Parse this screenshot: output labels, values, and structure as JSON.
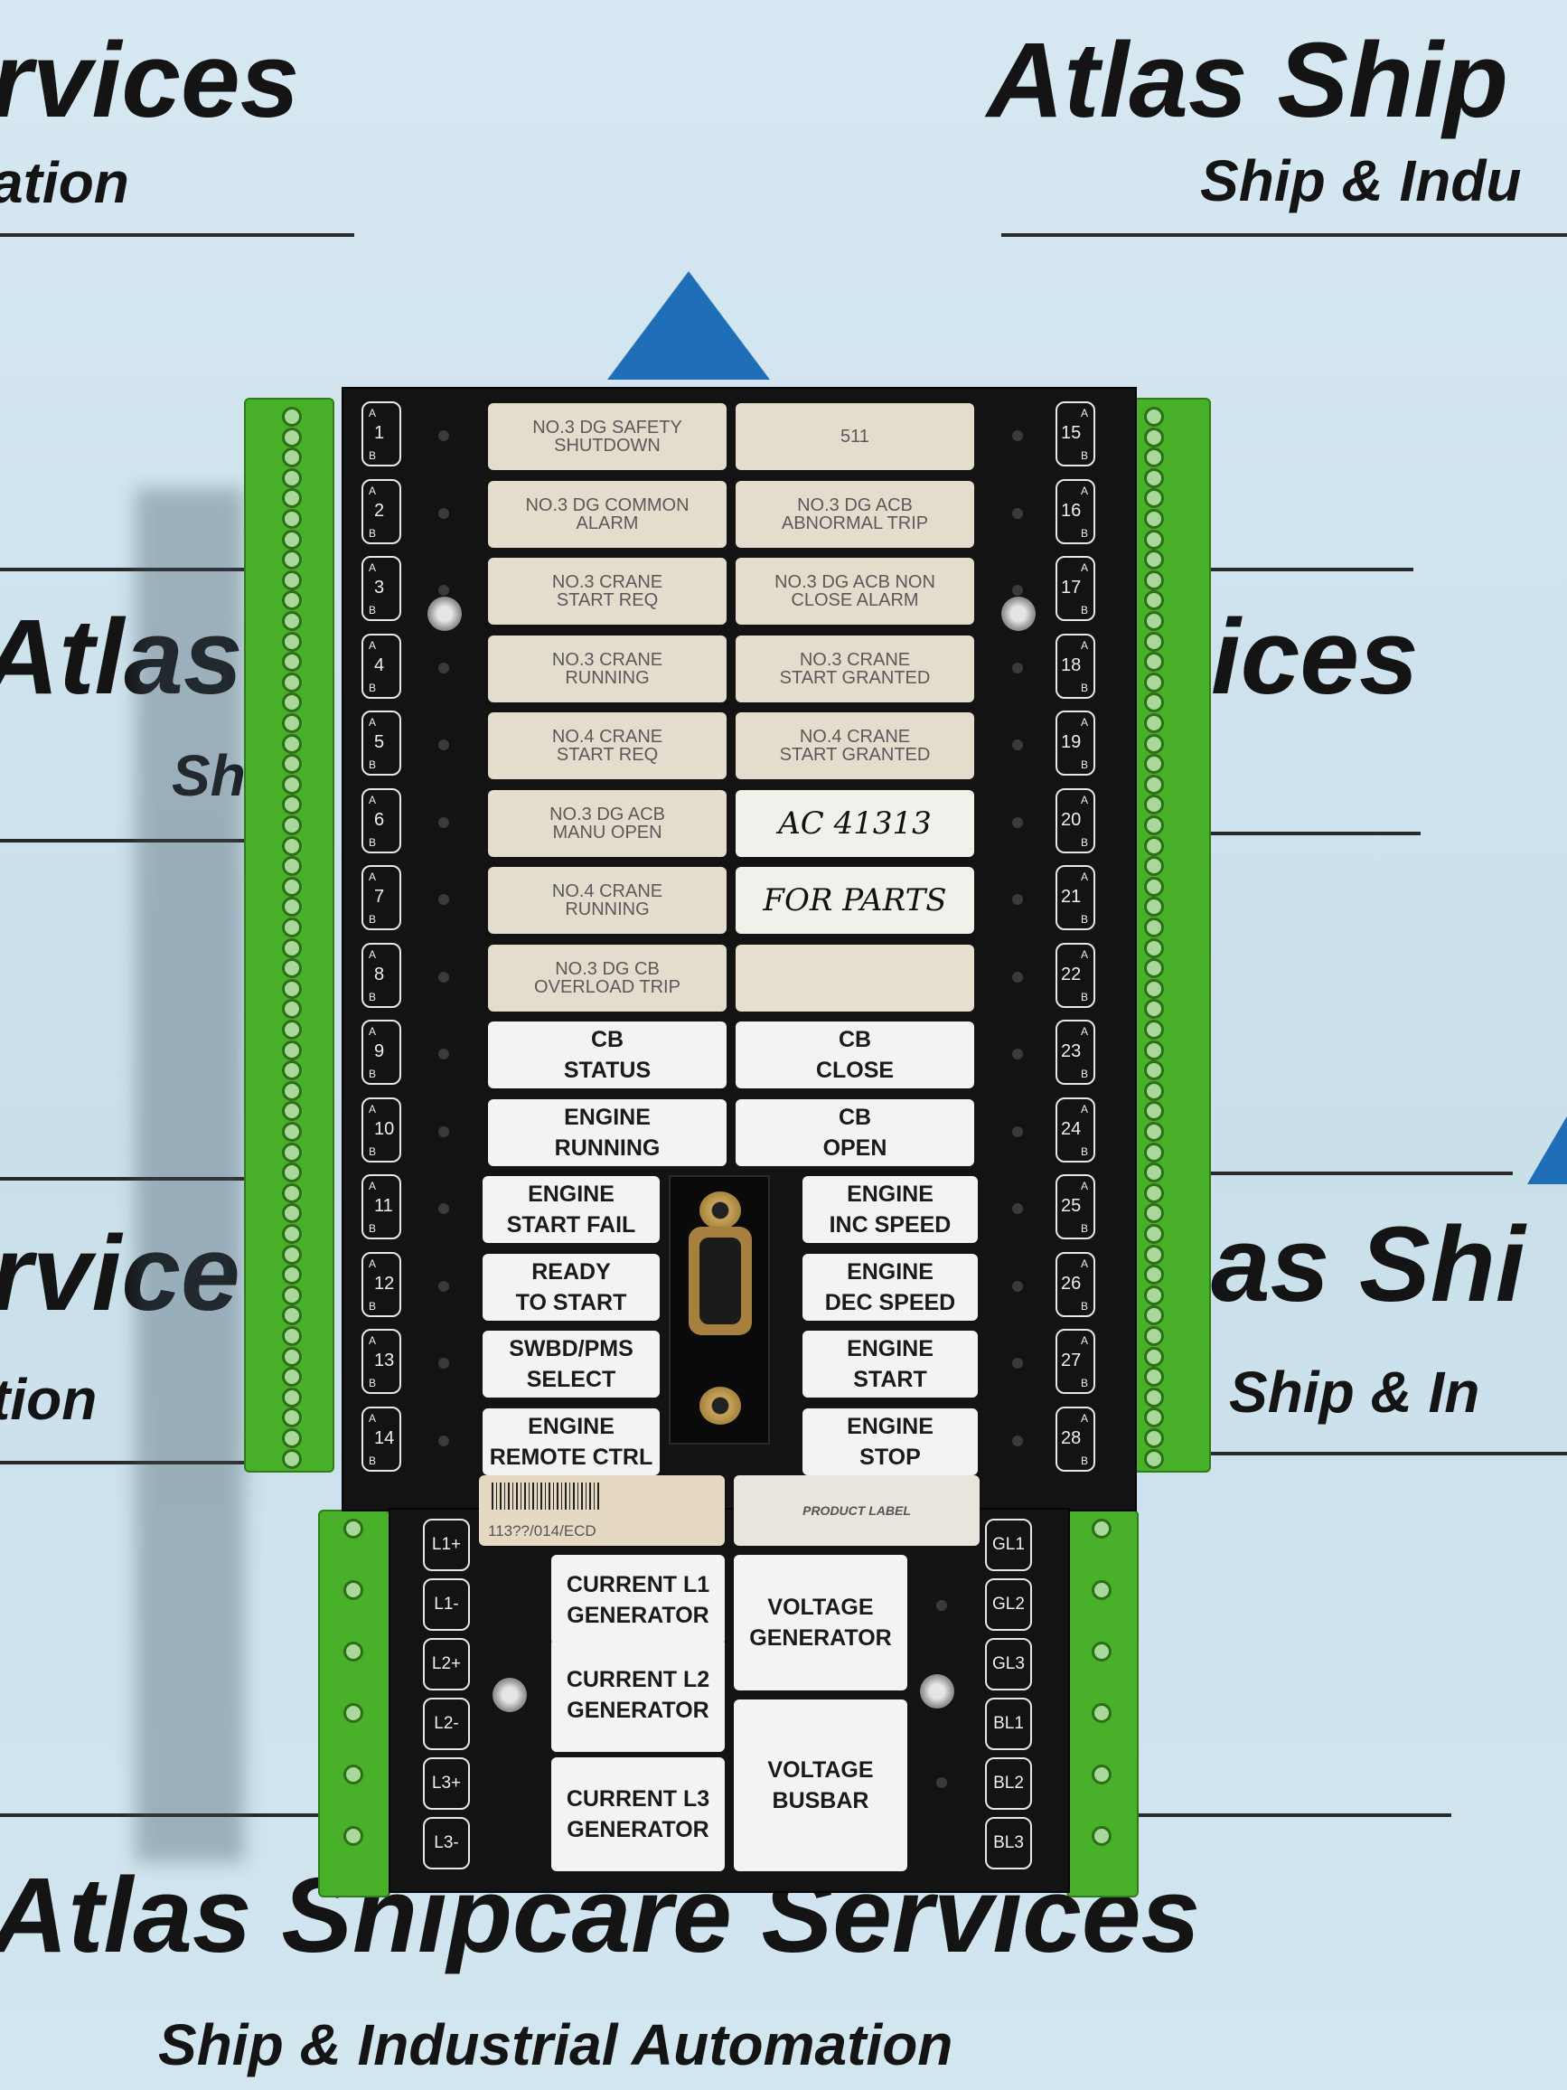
{
  "watermark": {
    "brand_top_left": "rvices",
    "tagline_top_left": "ation",
    "brand_top_right": "Atlas Ship",
    "tagline_top_right": "Ship & Indu",
    "brand_mid_left": "Atlas",
    "tagline_mid_left": "Sh",
    "brand_mid_right": "ices",
    "brand_low_left": "rvice",
    "tagline_low_left": "tion",
    "brand_low_right": "as Shi",
    "tagline_low_right": "Ship & In",
    "brand_bottom": "Atlas Shipcare Services",
    "tagline_bottom": "Ship & Industrial Automation"
  },
  "colors": {
    "background": "#cfe3ee",
    "panel": "#131313",
    "terminal_green": "#49b02a",
    "triangle_blue": "#1f6fb8"
  },
  "left_channels": [
    {
      "num": "1",
      "label": "NO.3 DG SAFETY\nSHUTDOWN"
    },
    {
      "num": "2",
      "label": "NO.3 DG COMMON\nALARM"
    },
    {
      "num": "3",
      "label": "NO.3 CRANE\nSTART REQ"
    },
    {
      "num": "4",
      "label": "NO.3 CRANE\nRUNNING"
    },
    {
      "num": "5",
      "label": "NO.4 CRANE\nSTART REQ"
    },
    {
      "num": "6",
      "label": "NO.3 DG ACB\nMANU OPEN"
    },
    {
      "num": "7",
      "label": "NO.4 CRANE\nRUNNING"
    },
    {
      "num": "8",
      "label": "NO.3 DG CB\nOVERLOAD TRIP"
    },
    {
      "num": "9",
      "label": "CB\nSTATUS"
    },
    {
      "num": "10",
      "label": "ENGINE\nRUNNING"
    },
    {
      "num": "11",
      "label": "ENGINE\nSTART FAIL"
    },
    {
      "num": "12",
      "label": "READY\nTO START"
    },
    {
      "num": "13",
      "label": "SWBD/PMS\nSELECT"
    },
    {
      "num": "14",
      "label": "ENGINE\nREMOTE CTRL"
    }
  ],
  "right_channels": [
    {
      "num": "15",
      "label": "511"
    },
    {
      "num": "16",
      "label": "NO.3 DG ACB\nABNORMAL TRIP"
    },
    {
      "num": "17",
      "label": "NO.3 DG ACB NON\nCLOSE ALARM"
    },
    {
      "num": "18",
      "label": "NO.3 CRANE\nSTART GRANTED"
    },
    {
      "num": "19",
      "label": "NO.4 CRANE\nSTART GRANTED"
    },
    {
      "num": "20",
      "label": "AC 41313"
    },
    {
      "num": "21",
      "label": "FOR PARTS"
    },
    {
      "num": "22",
      "label": ""
    },
    {
      "num": "23",
      "label": "CB\nCLOSE"
    },
    {
      "num": "24",
      "label": "CB\nOPEN"
    },
    {
      "num": "25",
      "label": "ENGINE\nINC SPEED"
    },
    {
      "num": "26",
      "label": "ENGINE\nDEC SPEED"
    },
    {
      "num": "27",
      "label": "ENGINE\nSTART"
    },
    {
      "num": "28",
      "label": "ENGINE\nSTOP"
    }
  ],
  "pin_a": "A",
  "pin_b": "B",
  "barcode_text": "113??/014/ECD",
  "product_label": "PRODUCT LABEL",
  "lower_left_pins": [
    "L1+",
    "L1-",
    "L2+",
    "L2-",
    "L3+",
    "L3-"
  ],
  "lower_right_pins": [
    "GL1",
    "GL2",
    "GL3",
    "BL1",
    "BL2",
    "BL3"
  ],
  "measure_labels": {
    "current_l1": "CURRENT L1\nGENERATOR",
    "current_l2": "CURRENT L2\nGENERATOR",
    "current_l3": "CURRENT L3\nGENERATOR",
    "voltage_gen": "VOLTAGE\nGENERATOR",
    "voltage_bus": "VOLTAGE\nBUSBAR"
  }
}
